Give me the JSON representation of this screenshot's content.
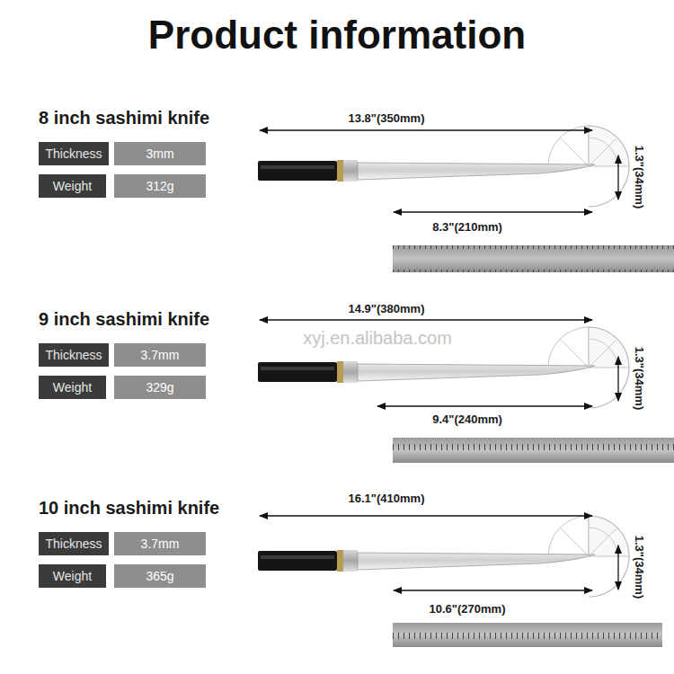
{
  "diagram": {
    "title": "Product information",
    "nodes": [
      {
        "text": [
          "Thickness"
        ]
      },
      {
        "text": [
          "3mm"
        ]
      },
      {
        "text": [
          "Weight"
        ]
      },
      {
        "text": [
          "312g"
        ]
      },
      {
        "text": [
          "Thickness"
        ]
      },
      {
        "text": [
          "3.7mm"
        ]
      },
      {
        "text": [
          "Weight"
        ]
      },
      {
        "text": [
          "329g"
        ]
      },
      {
        "text": [
          "Thickness"
        ]
      },
      {
        "text": [
          "3.7mm"
        ]
      },
      {
        "text": [
          "Weight"
        ]
      },
      {
        "text": [
          "365g"
        ]
      }
    ],
    "labels": [
      "8 inch sashimi knife",
      "13.8\"(350mm)",
      "1.3\"(34mm)",
      "8.3\"(210mm)",
      "9 inch sashimi knife",
      "14.9\"(380mm)",
      "xyj.en.alibaba.com",
      "1.3\"(34mm)",
      "9.4\"(240mm)",
      "10 inch sashimi knife",
      "16.1\"(410mm)",
      "1.3\"(34mm)",
      "10.6\"(270mm)"
    ]
  }
}
